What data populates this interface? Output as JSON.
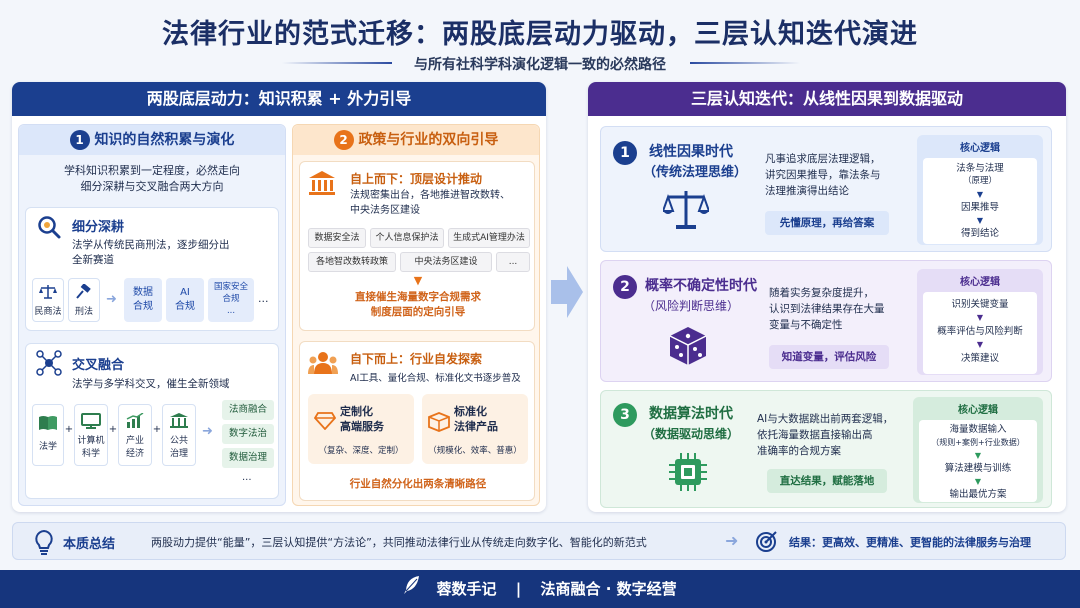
{
  "title": "法律行业的范式迁移：两股底层动力驱动，三层认知迭代演进",
  "subtitle": "与所有社科学科演化逻辑一致的必然路径",
  "left": {
    "header": "两股底层动力：知识积累 + 外力引导",
    "knowledge": {
      "num": "1",
      "title": "知识的自然积累与演化",
      "desc1": "学科知识积累到一定程度，必然走向",
      "desc2": "细分深耕与交叉融合两大方向",
      "deep": {
        "title": "细分深耕",
        "desc1": "法学从传统民商刑法，逐步细分出",
        "desc2": "全新赛道",
        "from": [
          {
            "label": "民商法"
          },
          {
            "label": "刑法"
          }
        ],
        "to": [
          {
            "l1": "数据",
            "l2": "合规"
          },
          {
            "l1": "AI",
            "l2": "合规"
          },
          {
            "l1": "国家安全",
            "l2": "合规",
            "l3": "..."
          }
        ],
        "more": "..."
      },
      "cross": {
        "title": "交叉融合",
        "desc": "法学与多学科交叉，催生全新领域",
        "parts": [
          {
            "l1": "法学"
          },
          {
            "l1": "计算机",
            "l2": "科学"
          },
          {
            "l1": "产业",
            "l2": "经济"
          },
          {
            "l1": "公共",
            "l2": "治理"
          }
        ],
        "plus": "+",
        "results": [
          "法商融合",
          "数字法治",
          "数据治理"
        ],
        "more": "..."
      }
    },
    "policy": {
      "num": "2",
      "title": "政策与行业的双向引导",
      "top": {
        "title": "自上而下：顶层设计推动",
        "desc1": "法规密集出台，各地推进智改数转、",
        "desc2": "中央法务区建设",
        "tags": [
          "数据安全法",
          "个人信息保护法",
          "生成式AI管理办法",
          "各地智改数转政策",
          "中央法务区建设",
          "..."
        ],
        "result1": "直接催生海量数字合规需求",
        "result2": "制度层面的定向引导"
      },
      "bottom": {
        "title": "自下而上：行业自发探索",
        "desc": "AI工具、量化合规、标准化文书逐步普及",
        "custom": {
          "title1": "定制化",
          "title2": "高端服务",
          "desc": "（复杂、深度、定制）"
        },
        "standard": {
          "title1": "标准化",
          "title2": "法律产品",
          "desc": "（规模化、效率、普惠）"
        },
        "result": "行业自然分化出两条清晰路径"
      }
    }
  },
  "right": {
    "header": "三层认知迭代：从线性因果到数据驱动",
    "logic_label": "核心逻辑",
    "stages": [
      {
        "num": "1",
        "title": "线性因果时代",
        "sub": "（传统法理思维）",
        "desc": [
          "凡事追求底层法理逻辑，",
          "讲究因果推导，靠法条与",
          "法理推演得出结论"
        ],
        "tag": "先懂原理，再给答案",
        "logic": [
          {
            "t": "法条与法理",
            "t2": "（原理）"
          },
          {
            "t": "因果推导"
          },
          {
            "t": "得到结论"
          }
        ]
      },
      {
        "num": "2",
        "title": "概率不确定性时代",
        "sub": "（风险判断思维）",
        "desc": [
          "随着实务复杂度提升，",
          "认识到法律结果存在大量",
          "变量与不确定性"
        ],
        "tag": "知道变量，评估风险",
        "logic": [
          {
            "t": "识别关键变量"
          },
          {
            "t": "概率评估与风险判断"
          },
          {
            "t": "决策建议"
          }
        ]
      },
      {
        "num": "3",
        "title": "数据算法时代",
        "sub": "（数据驱动思维）",
        "desc": [
          "AI与大数据跳出前两套逻辑，",
          "依托海量数据直接输出高",
          "准确率的合规方案"
        ],
        "tag": "直达结果，赋能落地",
        "logic": [
          {
            "t": "海量数据输入",
            "t2": "（规则+案例+行业数据）"
          },
          {
            "t": "算法建模与训练"
          },
          {
            "t": "输出最优方案"
          }
        ]
      }
    ]
  },
  "summary": {
    "label": "本质总结",
    "text": "两股动力提供“能量”，三层认知提供“方法论”，共同推动法律行业从传统走向数字化、智能化的新范式",
    "result": "结果：更高效、更精准、更智能的法律服务与治理"
  },
  "footer": {
    "brand": "蓉数手记",
    "sep": "|",
    "slogan": "法商融合 · 数字经营"
  },
  "colors": {
    "navy": "#1b3f8f",
    "purple": "#4b2d8f",
    "orange": "#e8731a",
    "green": "#2e9a5e"
  }
}
